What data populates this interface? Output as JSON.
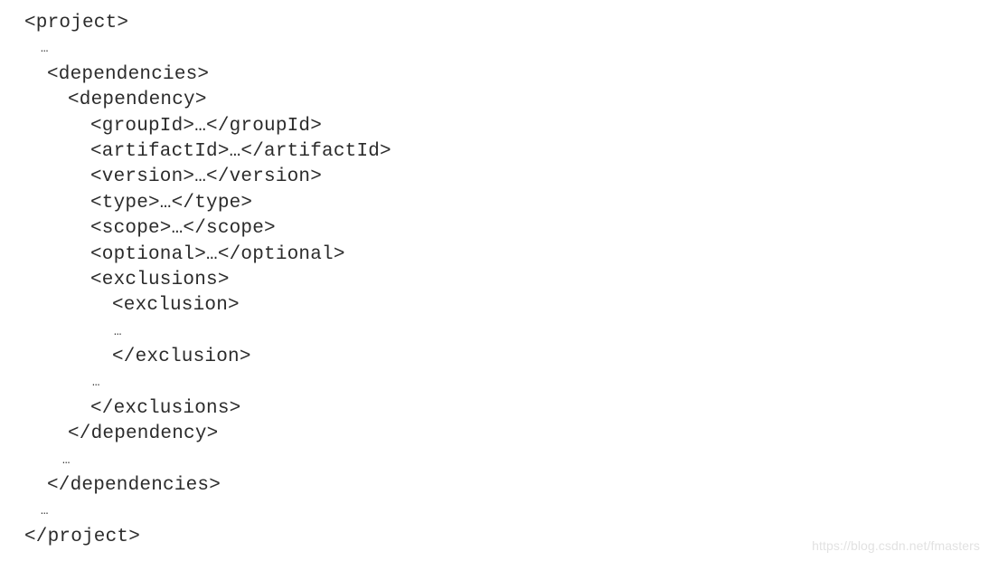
{
  "code": {
    "lines": [
      "<project>",
      "…",
      "<dependencies>",
      "<dependency>",
      "<groupId>…</groupId>",
      "<artifactId>…</artifactId>",
      "<version>…</version>",
      "<type>…</type>",
      "<scope>…</scope>",
      "<optional>…</optional>",
      "<exclusions>",
      "<exclusion>",
      "…",
      "</exclusion>",
      "…",
      "</exclusions>",
      "</dependency>",
      "…",
      "</dependencies>",
      "…",
      "</project>"
    ]
  },
  "watermark": {
    "text": "https://blog.csdn.net/fmasters"
  }
}
